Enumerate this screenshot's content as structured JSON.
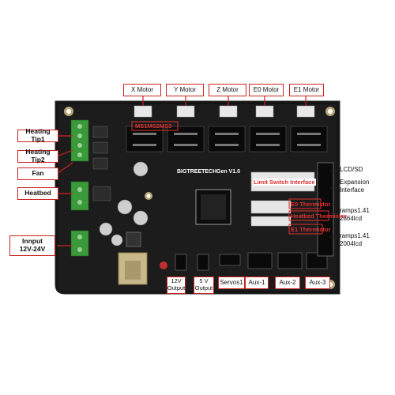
{
  "top_labels": {
    "x_motor": "X Motor",
    "y_motor": "Y Motor",
    "z_motor": "Z Motor",
    "e0_motor": "E0 Motor",
    "e1_motor": "E1 Motor"
  },
  "left_labels": {
    "heating_tip1": "Heating Tip1",
    "heating_tip2": "Heating Tip2",
    "fan": "Fan",
    "heatbed": "Heatbed",
    "power_input": "Innput\n12V-24V"
  },
  "bottom_labels": {
    "output_12v": "12V\nOutput",
    "output_5v": "5 V\nOutput",
    "servos": "Servos1",
    "aux1": "Aux-1",
    "aux2": "Aux-2",
    "aux3": "Aux-3"
  },
  "right_labels": {
    "lcd_sd": "LCD/SD",
    "expansion": "Expansion\nInterface",
    "ramps_2864": "ramps1.41\n2864lcd",
    "ramps_2004": "ramps1.41\n2004lcd"
  },
  "board_labels": {
    "ms_pins": "MS1MS2MS3",
    "brand": "BIGTREETECH",
    "gen": "Gen V1.0",
    "limit_switch": "Limit Switch Interface",
    "e0_thermistor": "E0 Thermistor",
    "heatbed_thermistor": "Heatbed Thermistor",
    "e1_thermistor": "E1 Thermistor"
  },
  "colors": {
    "board": "#1a1a1a",
    "label_border": "#cc2222",
    "connector_green": "#3a9a3a",
    "accent_red": "#e03030"
  }
}
